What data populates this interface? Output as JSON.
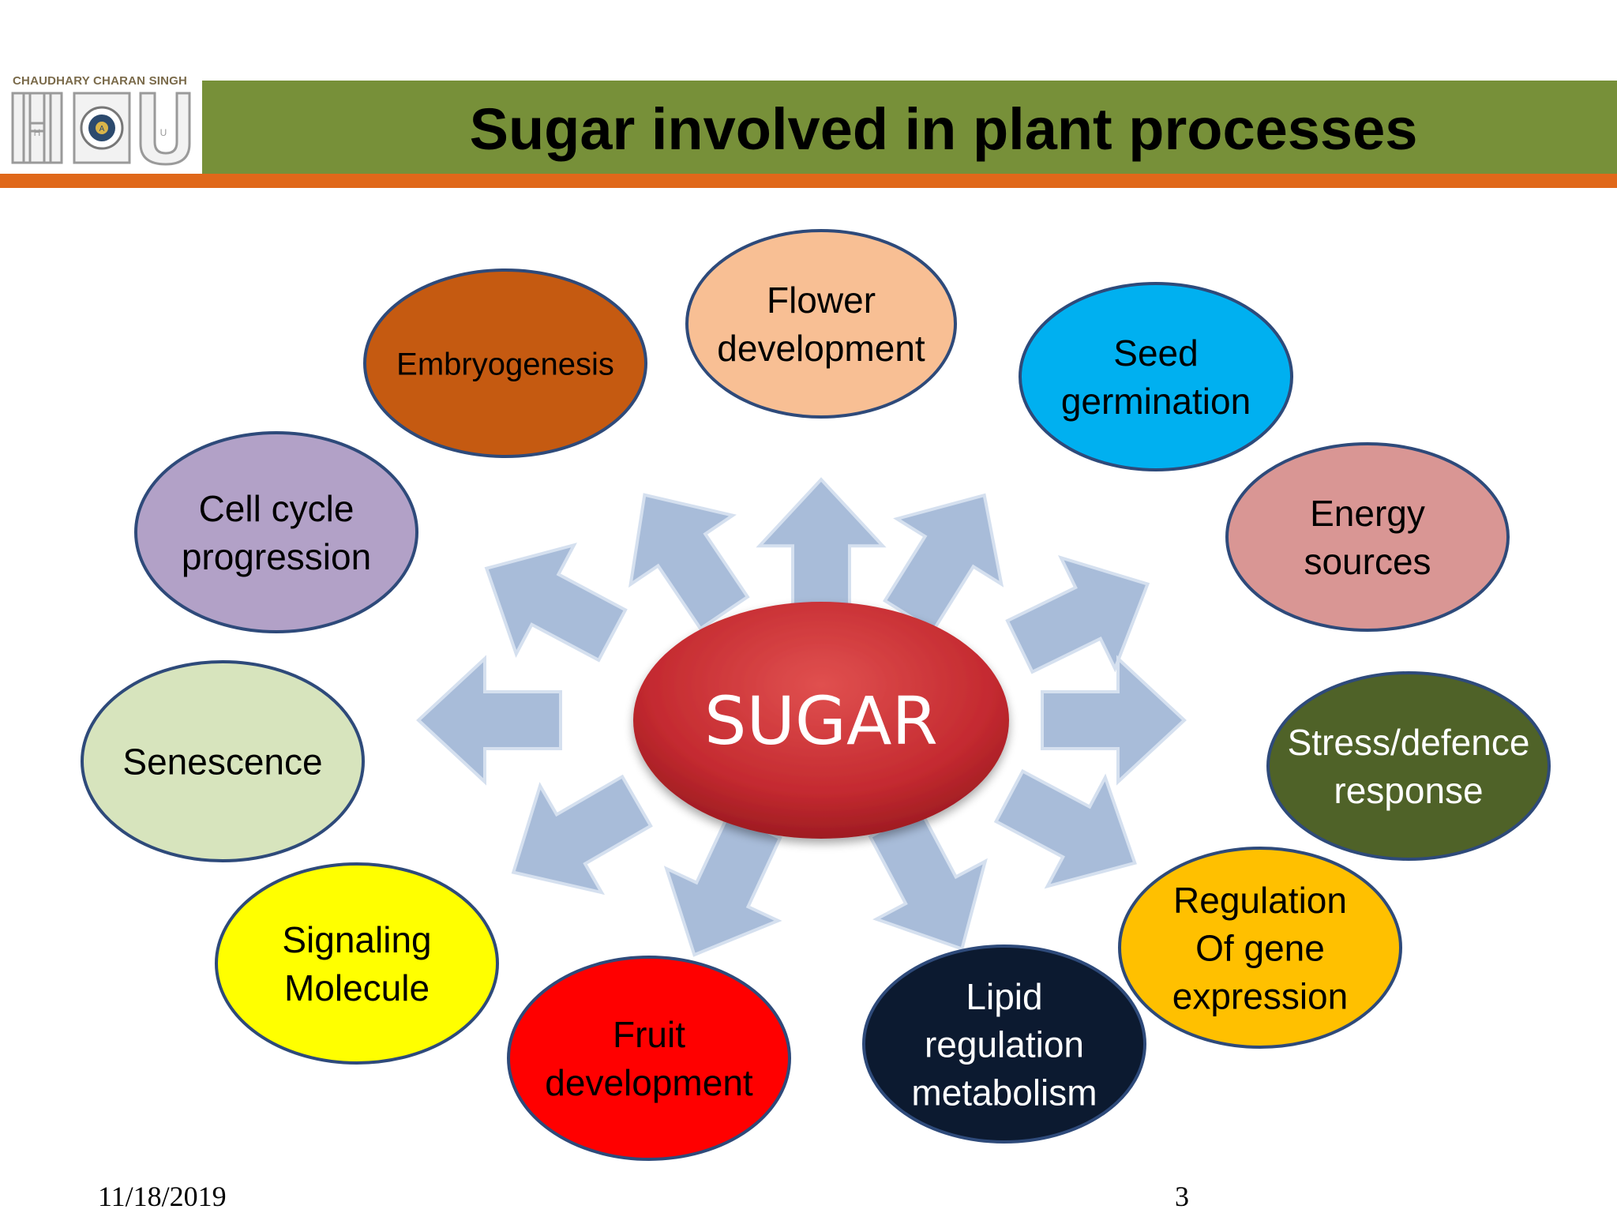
{
  "slide": {
    "title": "Sugar involved in plant processes",
    "date": "11/18/2019",
    "page_number": "3"
  },
  "logo": {
    "caption": "CHAUDHARY CHARAN SINGH",
    "letters": [
      "H",
      "A",
      "U"
    ]
  },
  "diagram": {
    "center": {
      "label": "SUGAR",
      "color": "#c92e32"
    },
    "arrow_color": "#a8bcd9",
    "processes": [
      {
        "id": "flower",
        "lines": [
          "Flower",
          "development"
        ],
        "fill": "#f8bf94",
        "text_color": "#000000"
      },
      {
        "id": "seed",
        "lines": [
          "Seed",
          "germination"
        ],
        "fill": "#00b0f0",
        "text_color": "#000000"
      },
      {
        "id": "energy",
        "lines": [
          "Energy",
          "sources"
        ],
        "fill": "#d99694",
        "text_color": "#000000"
      },
      {
        "id": "stress",
        "lines": [
          "Stress/defence",
          "response"
        ],
        "fill": "#4f6228",
        "text_color": "#ffffff"
      },
      {
        "id": "regulation",
        "lines": [
          "Regulation",
          "Of  gene",
          "expression"
        ],
        "fill": "#ffc000",
        "text_color": "#000000"
      },
      {
        "id": "lipid",
        "lines": [
          "Lipid",
          "regulation",
          "metabolism"
        ],
        "fill": "#0c1a30",
        "text_color": "#ffffff"
      },
      {
        "id": "fruit",
        "lines": [
          "Fruit",
          "development"
        ],
        "fill": "#ff0000",
        "text_color": "#000000"
      },
      {
        "id": "signaling",
        "lines": [
          "Signaling",
          "Molecule"
        ],
        "fill": "#ffff00",
        "text_color": "#000000"
      },
      {
        "id": "senescence",
        "lines": [
          "Senescence"
        ],
        "fill": "#d7e4bd",
        "text_color": "#000000"
      },
      {
        "id": "cellcycle",
        "lines": [
          "Cell cycle",
          "progression"
        ],
        "fill": "#b2a1c7",
        "text_color": "#000000"
      },
      {
        "id": "embryo",
        "lines": [
          "Embryogenesis"
        ],
        "fill": "#c55a11",
        "text_color": "#000000"
      }
    ]
  }
}
